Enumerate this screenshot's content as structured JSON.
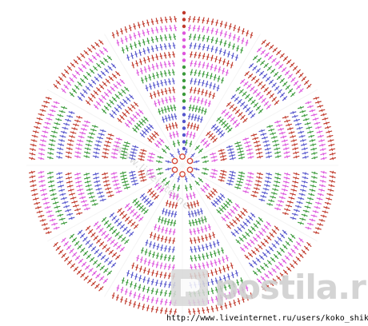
{
  "diagram": {
    "kind": "crochet-round-motif-chart",
    "colors": {
      "round_red": "#c0392b",
      "round_magenta": "#dd55dd",
      "round_green": "#3a9a3a",
      "round_blue": "#5555cc",
      "center_ring": "#d64a3a",
      "background": "#ffffff"
    },
    "symbols": [
      "double-crochet",
      "chain-dot",
      "v-increase",
      "magic-ring"
    ]
  },
  "watermark": {
    "diagonal_text": "www.liveinternet.ru",
    "logo_text": "postila.ru"
  },
  "source": {
    "url_text": "http://www.liveinternet.ru/users/koko_shik/"
  }
}
